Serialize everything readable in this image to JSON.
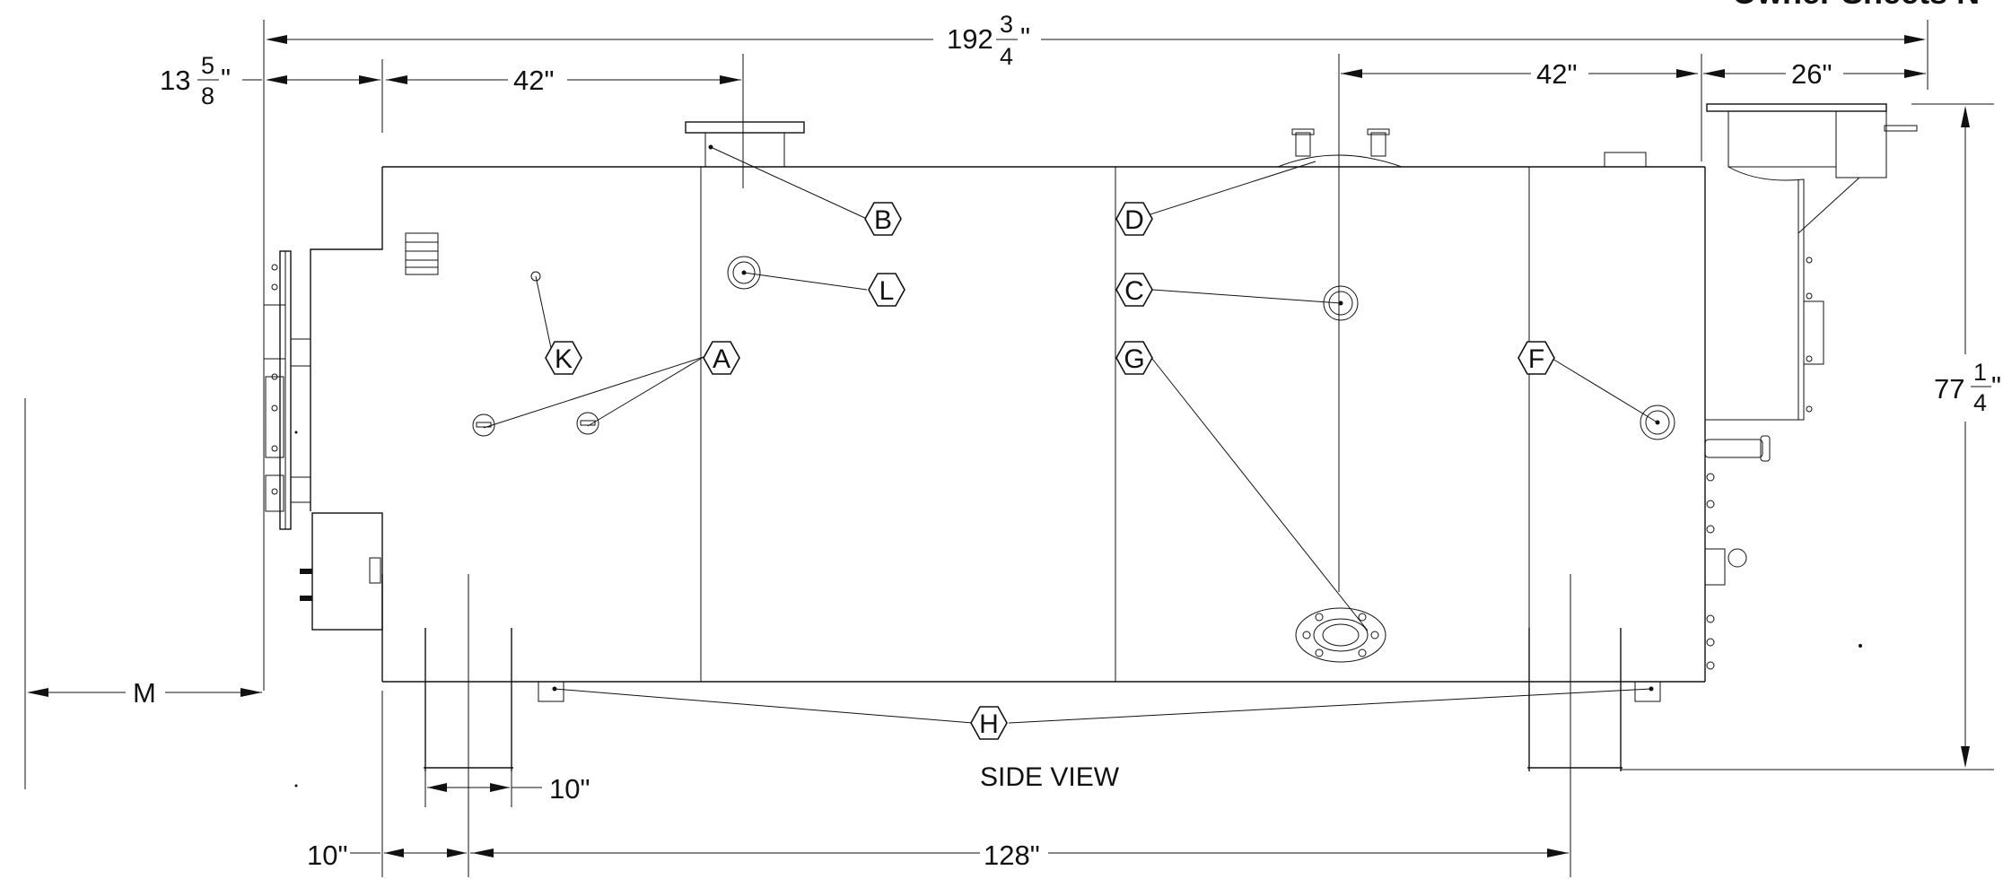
{
  "header_fragment": "Owner Sheets N",
  "view_title": "SIDE VIEW",
  "dimensions": {
    "overall_length": {
      "whole": "192",
      "num": "3",
      "den": "4",
      "unit": "\""
    },
    "left_offset": {
      "whole": "13",
      "num": "5",
      "den": "8",
      "unit": "\""
    },
    "left_42": "42\"",
    "right_42": "42\"",
    "right_26": "26\"",
    "height": {
      "whole": "77",
      "num": "1",
      "den": "4",
      "unit": "\""
    },
    "m": "M",
    "leg_width": "10\"",
    "leg_offset": "10\"",
    "leg_span": "128\""
  },
  "callouts": [
    "A",
    "B",
    "C",
    "D",
    "F",
    "G",
    "H",
    "K",
    "L"
  ]
}
